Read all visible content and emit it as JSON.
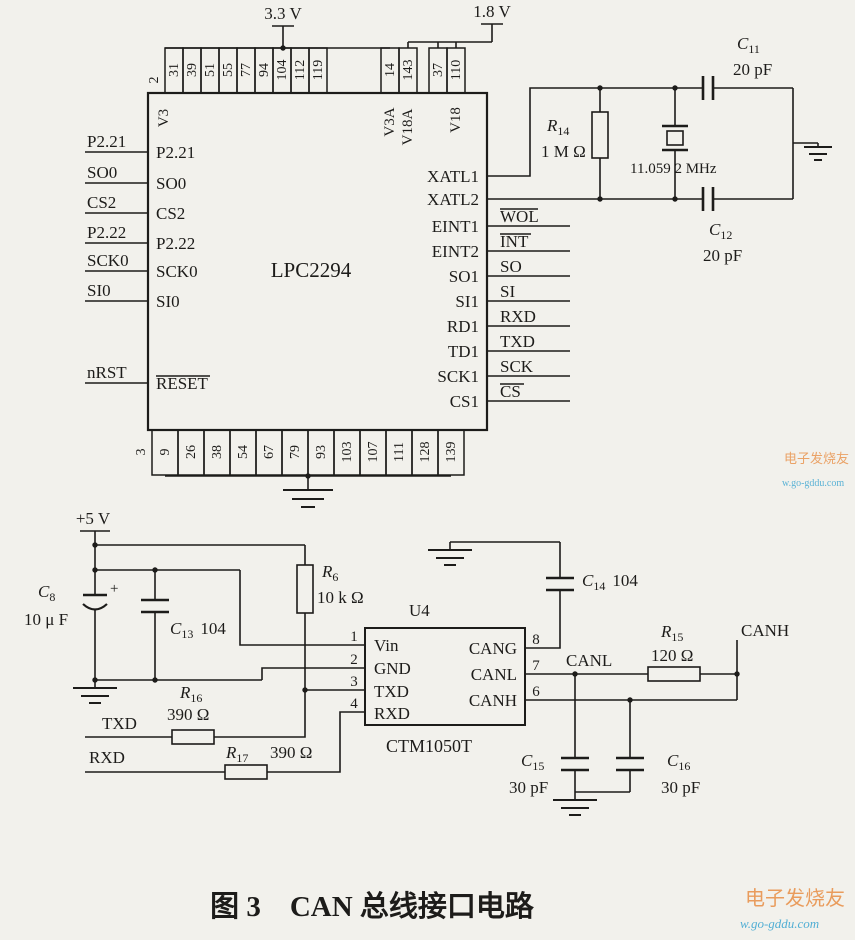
{
  "power": {
    "v33": "3.3 V",
    "v18": "1.8 V",
    "v5": "+5 V"
  },
  "mcu": {
    "name": "LPC2294",
    "corner_pin_top": "2",
    "corner_pin_bottom": "3",
    "top_pins": [
      "31",
      "39",
      "51",
      "55",
      "77",
      "94",
      "104",
      "112",
      "119",
      "14",
      "143",
      "37",
      "110"
    ],
    "top_rail_labels": [
      "V3",
      "V3A",
      "V18A",
      "V18"
    ],
    "bottom_pins": [
      "9",
      "26",
      "38",
      "54",
      "67",
      "79",
      "93",
      "103",
      "107",
      "111",
      "128",
      "139"
    ],
    "left_pins_outside": [
      "P2.21",
      "SO0",
      "CS2",
      "P2.22",
      "SCK0",
      "SI0",
      "nRST"
    ],
    "left_pins_inside": [
      "P2.21",
      "SO0",
      "CS2",
      "P2.22",
      "SCK0",
      "SI0",
      "RESET"
    ],
    "right_pins_inside": [
      "XATL1",
      "XATL2",
      "EINT1",
      "EINT2",
      "SO1",
      "SI1",
      "RD1",
      "TD1",
      "SCK1",
      "CS1"
    ],
    "right_pins_outside": [
      "WOL",
      "INT",
      "SO",
      "SI",
      "RXD",
      "TXD",
      "SCK",
      "CS"
    ]
  },
  "oscillator": {
    "r14_ref": "R",
    "r14_sub": "14",
    "r14_value": "1 M Ω",
    "crystal_value": "11.059 2 MHz",
    "c11_ref": "C",
    "c11_sub": "11",
    "c11_value": "20 pF",
    "c12_ref": "C",
    "c12_sub": "12",
    "c12_value": "20 pF"
  },
  "transceiver": {
    "designator": "U4",
    "part": "CTM1050T",
    "pin_numbers_left": [
      "1",
      "2",
      "3",
      "4"
    ],
    "pin_numbers_right": [
      "8",
      "7",
      "6"
    ],
    "pins_left": [
      "Vin",
      "GND",
      "TXD",
      "RXD"
    ],
    "pins_right": [
      "CANG",
      "CANL",
      "CANH"
    ],
    "net_canl": "CANL",
    "net_canh": "CANH",
    "net_txd": "TXD",
    "net_rxd": "RXD",
    "c8_ref": "C",
    "c8_sub": "8",
    "c8_value": "10 μ F",
    "c8_plus": "+",
    "c13_ref": "C",
    "c13_sub": "13",
    "c13_value": "104",
    "c14_ref": "C",
    "c14_sub": "14",
    "c14_value": "104",
    "c15_ref": "C",
    "c15_sub": "15",
    "c15_value": "30 pF",
    "c16_ref": "C",
    "c16_sub": "16",
    "c16_value": "30 pF",
    "r6_ref": "R",
    "r6_sub": "6",
    "r6_value": "10 k Ω",
    "r15_ref": "R",
    "r15_sub": "15",
    "r15_value": "120 Ω",
    "r16_ref": "R",
    "r16_sub": "16",
    "r16_value": "390 Ω",
    "r17_ref": "R",
    "r17_sub": "17",
    "r17_value": "390 Ω"
  },
  "caption": "图 3　CAN 总线接口电路",
  "watermark": {
    "site_name": "电子发烧友",
    "site_url": "w.go-gddu.com"
  },
  "colors": {
    "ink": "#1d1c1a",
    "paper": "#f2f1ec",
    "wm_orange": "#e8883a",
    "wm_blue": "#35a3d0"
  }
}
